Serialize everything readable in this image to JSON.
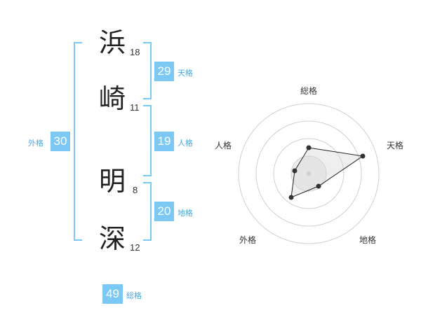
{
  "name": {
    "chars": [
      {
        "char": "浜",
        "strokes": "18"
      },
      {
        "char": "崎",
        "strokes": "11"
      },
      {
        "char": "明",
        "strokes": "8"
      },
      {
        "char": "深",
        "strokes": "12"
      }
    ]
  },
  "grids": {
    "tenkaku": {
      "value": "29",
      "label": "天格"
    },
    "jinkaku": {
      "value": "19",
      "label": "人格"
    },
    "chikaku": {
      "value": "20",
      "label": "地格"
    },
    "gaikaku": {
      "value": "30",
      "label": "外格"
    },
    "soukaku": {
      "value": "49",
      "label": "総格"
    }
  },
  "chart_data": {
    "type": "radar",
    "axes": [
      "総格",
      "天格",
      "地格",
      "外格",
      "人格"
    ],
    "rings": 4,
    "grid": true
  },
  "colors": {
    "accent": "#7cc8f4",
    "label": "#4aa8e0"
  }
}
